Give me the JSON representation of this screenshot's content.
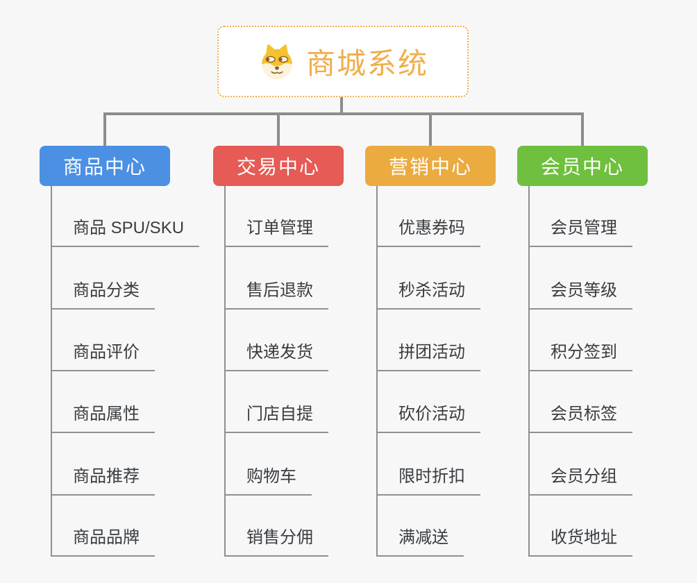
{
  "page": {
    "background_color": "#f7f7f7"
  },
  "root": {
    "title": "商城系统",
    "icon": "doge-face-icon",
    "text_color": "#f0ae4a",
    "border_color": "#f0ac49",
    "background": "#ffffff"
  },
  "connectors": {
    "main_color": "#8c8c8c",
    "leaf_line_color": "#8f8f8f"
  },
  "leaf_text_color": "#383c40",
  "branches": [
    {
      "label": "商品中心",
      "color": "#4b90e2",
      "children": [
        "商品 SPU/SKU",
        "商品分类",
        "商品评价",
        "商品属性",
        "商品推荐",
        "商品品牌"
      ]
    },
    {
      "label": "交易中心",
      "color": "#e65b55",
      "children": [
        "订单管理",
        "售后退款",
        "快递发货",
        "门店自提",
        "购物车",
        "销售分佣"
      ]
    },
    {
      "label": "营销中心",
      "color": "#ebab41",
      "children": [
        "优惠券码",
        "秒杀活动",
        "拼团活动",
        "砍价活动",
        "限时折扣",
        "满减送"
      ]
    },
    {
      "label": "会员中心",
      "color": "#6fc03e",
      "children": [
        "会员管理",
        "会员等级",
        "积分签到",
        "会员标签",
        "会员分组",
        "收货地址"
      ]
    }
  ]
}
